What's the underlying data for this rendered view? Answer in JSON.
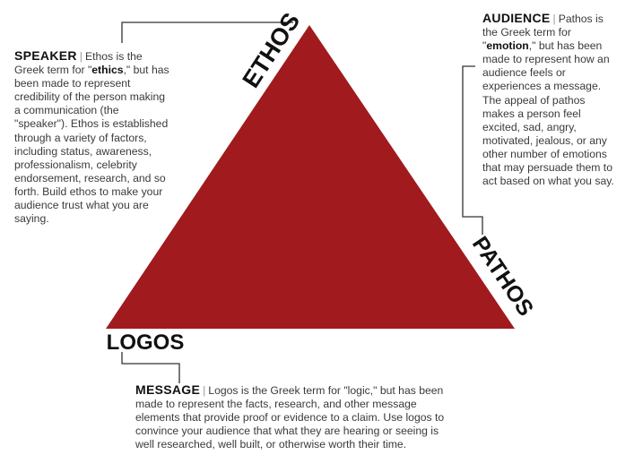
{
  "corners": {
    "ethos": "ETHOS",
    "pathos": "PATHOS",
    "logos": "LOGOS"
  },
  "speaker": {
    "heading": "SPEAKER",
    "separator": "|",
    "text_before": "Ethos is the Greek term for \"",
    "keyword": "ethics",
    "text_after": ",\" but has been made to represent credibility of the person making a communication (the \"speaker\"). Ethos is established through a variety of factors, including status, awareness, professionalism, celebrity endorsement, research, and so forth. Build ethos to make your audience trust what you are saying."
  },
  "audience": {
    "heading": "AUDIENCE",
    "separator": "|",
    "text_before": "Pathos is the Greek term for \"",
    "keyword": "emotion",
    "text_after": ",\" but has been made to represent how an audience feels or experiences a message. The appeal of pathos makes a person feel excited, sad, angry, motivated, jealous, or any other number of emotions that may persuade them to act based on what you say."
  },
  "message": {
    "heading": "MESSAGE",
    "separator": "|",
    "text": "Logos is the Greek term for \"logic,\" but has been made to represent the facts, research, and other message elements that provide proof or evidence to a claim. Use logos to convince your audience that what they are hearing or seeing is well researched, well built, or otherwise worth their time."
  },
  "colors": {
    "triangle": "#a01a1e",
    "connector": "#333333",
    "label": "#111111"
  }
}
